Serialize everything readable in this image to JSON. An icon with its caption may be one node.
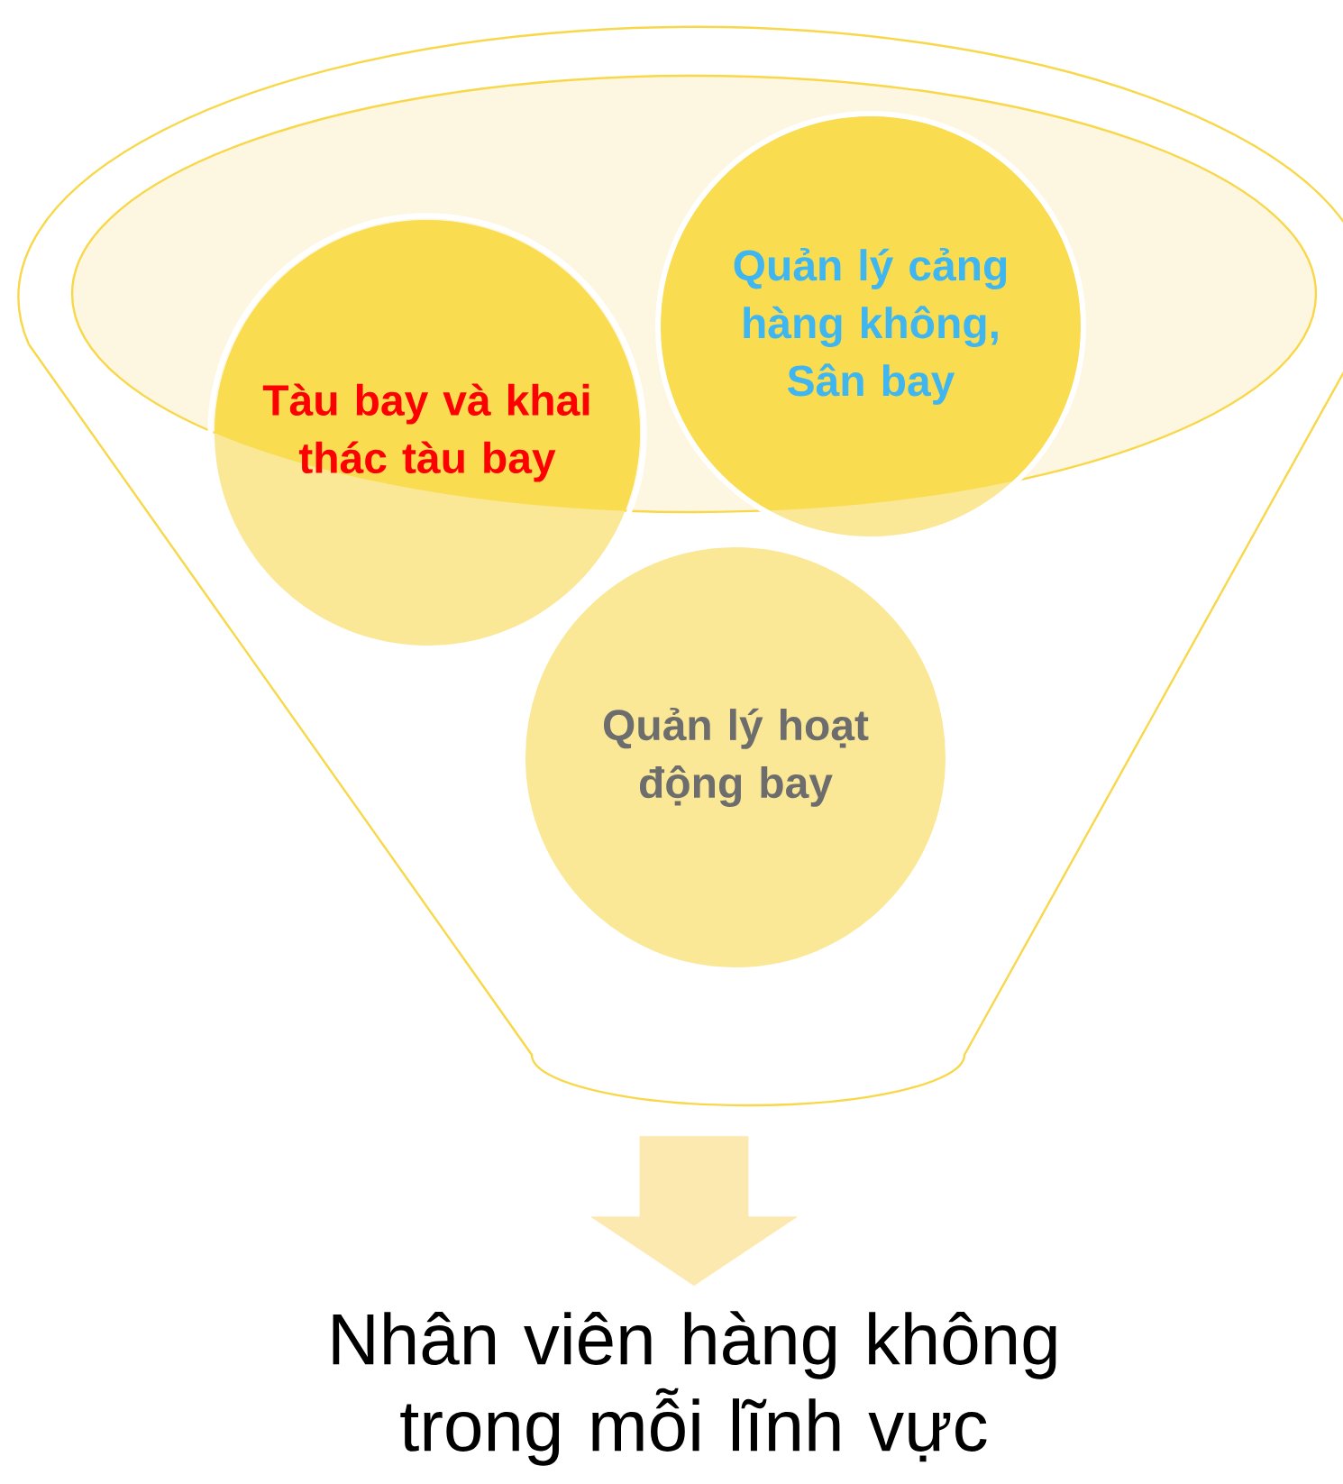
{
  "diagram": {
    "nodes": [
      {
        "text": [],
        "shape": "funnel"
      },
      {
        "text": [
          "Tàu bay và khai thác tàu bay"
        ],
        "in": 0
      },
      {
        "text": [
          "Quản lý cảng hàng không, Sân bay"
        ],
        "in": 0
      },
      {
        "text": [
          "Quản lý hoạt động bay"
        ],
        "in": 0
      },
      {
        "text": [
          "Nhân viên hàng không trong mỗi lĩnh vực"
        ]
      }
    ],
    "edges": [
      {
        "from": 0,
        "to": 4,
        "arrow": "to"
      }
    ]
  }
}
